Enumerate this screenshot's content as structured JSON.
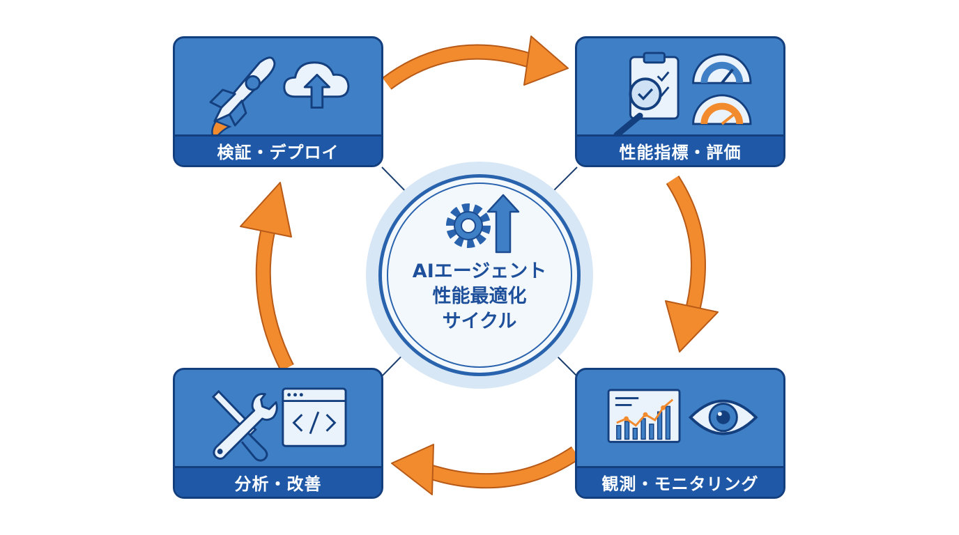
{
  "hub": {
    "lines": [
      "AIエージェント",
      "性能最適化",
      "サイクル"
    ],
    "icons": [
      "gear-icon",
      "arrow-up-icon"
    ]
  },
  "stages": {
    "top_left": {
      "label": "検証・デプロイ",
      "icons": [
        "rocket-icon",
        "cloud-upload-icon"
      ]
    },
    "top_right": {
      "label": "性能指標・評価",
      "icons": [
        "clipboard-magnifier-icon",
        "gauge-icon"
      ]
    },
    "bottom_right": {
      "label": "観測・モニタリング",
      "icons": [
        "line-chart-icon",
        "eye-icon"
      ]
    },
    "bottom_left": {
      "label": "分析・改善",
      "icons": [
        "tools-icon",
        "code-window-icon"
      ]
    }
  },
  "colors": {
    "card_body": "#3f7fc5",
    "card_label": "#1e58a6",
    "card_border": "#143f7e",
    "arrow": "#f28a2e",
    "hub_text": "#1d4f9a",
    "hub_halo": "#d7e7f6"
  }
}
